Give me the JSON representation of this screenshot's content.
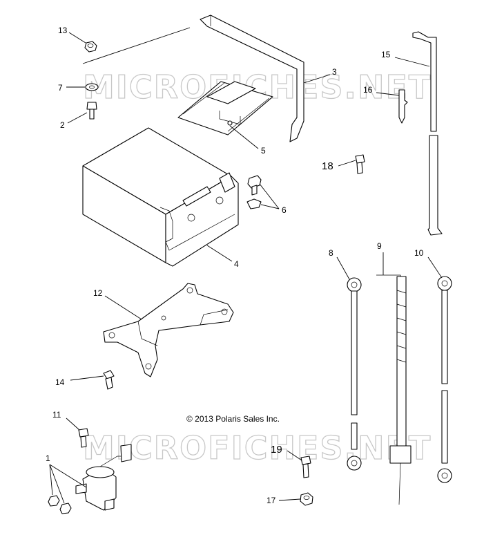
{
  "watermark": {
    "text": "MICROFICHES.NET"
  },
  "copyright": "© 2013 Polaris Sales Inc.",
  "callouts": {
    "c1": "1",
    "c2": "2",
    "c3": "3",
    "c4": "4",
    "c5": "5",
    "c6": "6",
    "c7": "7",
    "c8": "8",
    "c9": "9",
    "c10": "10",
    "c11": "11",
    "c12": "12",
    "c13": "13",
    "c14": "14",
    "c15": "15",
    "c16": "16",
    "c17": "17",
    "c18": "18",
    "c19": "19"
  }
}
